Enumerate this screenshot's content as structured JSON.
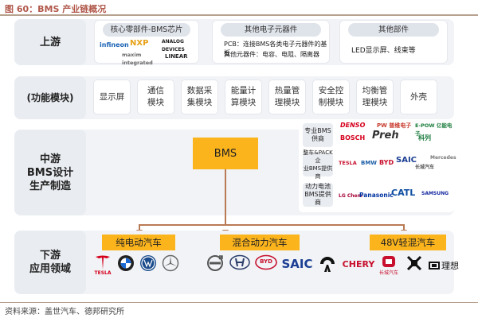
{
  "figure_title": "图 60：BMS 产业链概况",
  "source": "资料来源：盖世汽车、德邦研究所",
  "stages": {
    "upstream": "上游",
    "modules": "(功能模块)",
    "midstream": "中游\nBMS设计\n生产制造",
    "downstream": "下游\n应用领域"
  },
  "upstream_boxes": [
    {
      "title": "核心零部件-BMS芯片",
      "logos": [
        "infineon",
        "NXP",
        "ANALOG DEVICES",
        "maxim integrated",
        "LINEAR"
      ]
    },
    {
      "title": "其他电子元器件",
      "items": [
        "PCB：连接BMS各类电子元器件的基板",
        "其他元器件：电容、电阻、隔离器"
      ]
    },
    {
      "title": "其他部件",
      "items": [
        "LED显示屏、线束等"
      ]
    }
  ],
  "modules": [
    "显示屏",
    "通信\n模块",
    "数据采\n集模块",
    "能量计\n算模块",
    "热量管\n理模块",
    "安全控\n制模块",
    "均衡管\n理模块",
    "外壳"
  ],
  "bms_label": "BMS",
  "mid_groups": [
    {
      "tag": "专业BMS\n供商",
      "logos": [
        "DENSO",
        "PW 普维电子",
        "E-POW 亿能电子",
        "BOSCH",
        "Preh",
        "科列"
      ]
    },
    {
      "tag": "整车&PACK企\n业BMS提供商",
      "logos": [
        "TESLA",
        "BMW",
        "BYD",
        "SAIC",
        "长城汽车",
        "Mercedes"
      ]
    },
    {
      "tag": "动力电池\nBMS提供商",
      "logos": [
        "LG Chem",
        "Panasonic",
        "CATL",
        "SAMSUNG"
      ]
    }
  ],
  "applications": [
    "纯电动汽车",
    "混合动力汽车",
    "48V轻混汽车"
  ],
  "downstream_brands": [
    {
      "name": "TESLA",
      "icon": "tesla-icon"
    },
    {
      "name": "",
      "icon": "bmw-icon"
    },
    {
      "name": "",
      "icon": "vw-icon"
    },
    {
      "name": "",
      "icon": "mercedes-icon"
    },
    {
      "name": "",
      "icon": "volvo-icon"
    },
    {
      "name": "",
      "icon": "hyundai-icon"
    },
    {
      "name": "BYD",
      "icon": "byd-icon"
    },
    {
      "name": "SAIC",
      "icon": "saic-icon"
    },
    {
      "name": "",
      "icon": "nio-icon"
    },
    {
      "name": "CHERY",
      "icon": "chery-icon"
    },
    {
      "name": "长城汽车",
      "icon": "gwm-icon"
    },
    {
      "name": "",
      "icon": "lynkco-icon"
    },
    {
      "name": "理想",
      "icon": "lixiang-icon"
    }
  ],
  "colors": {
    "accent": "#fcb41c",
    "line": "#b97a55",
    "panel": "#f1f3f6"
  }
}
